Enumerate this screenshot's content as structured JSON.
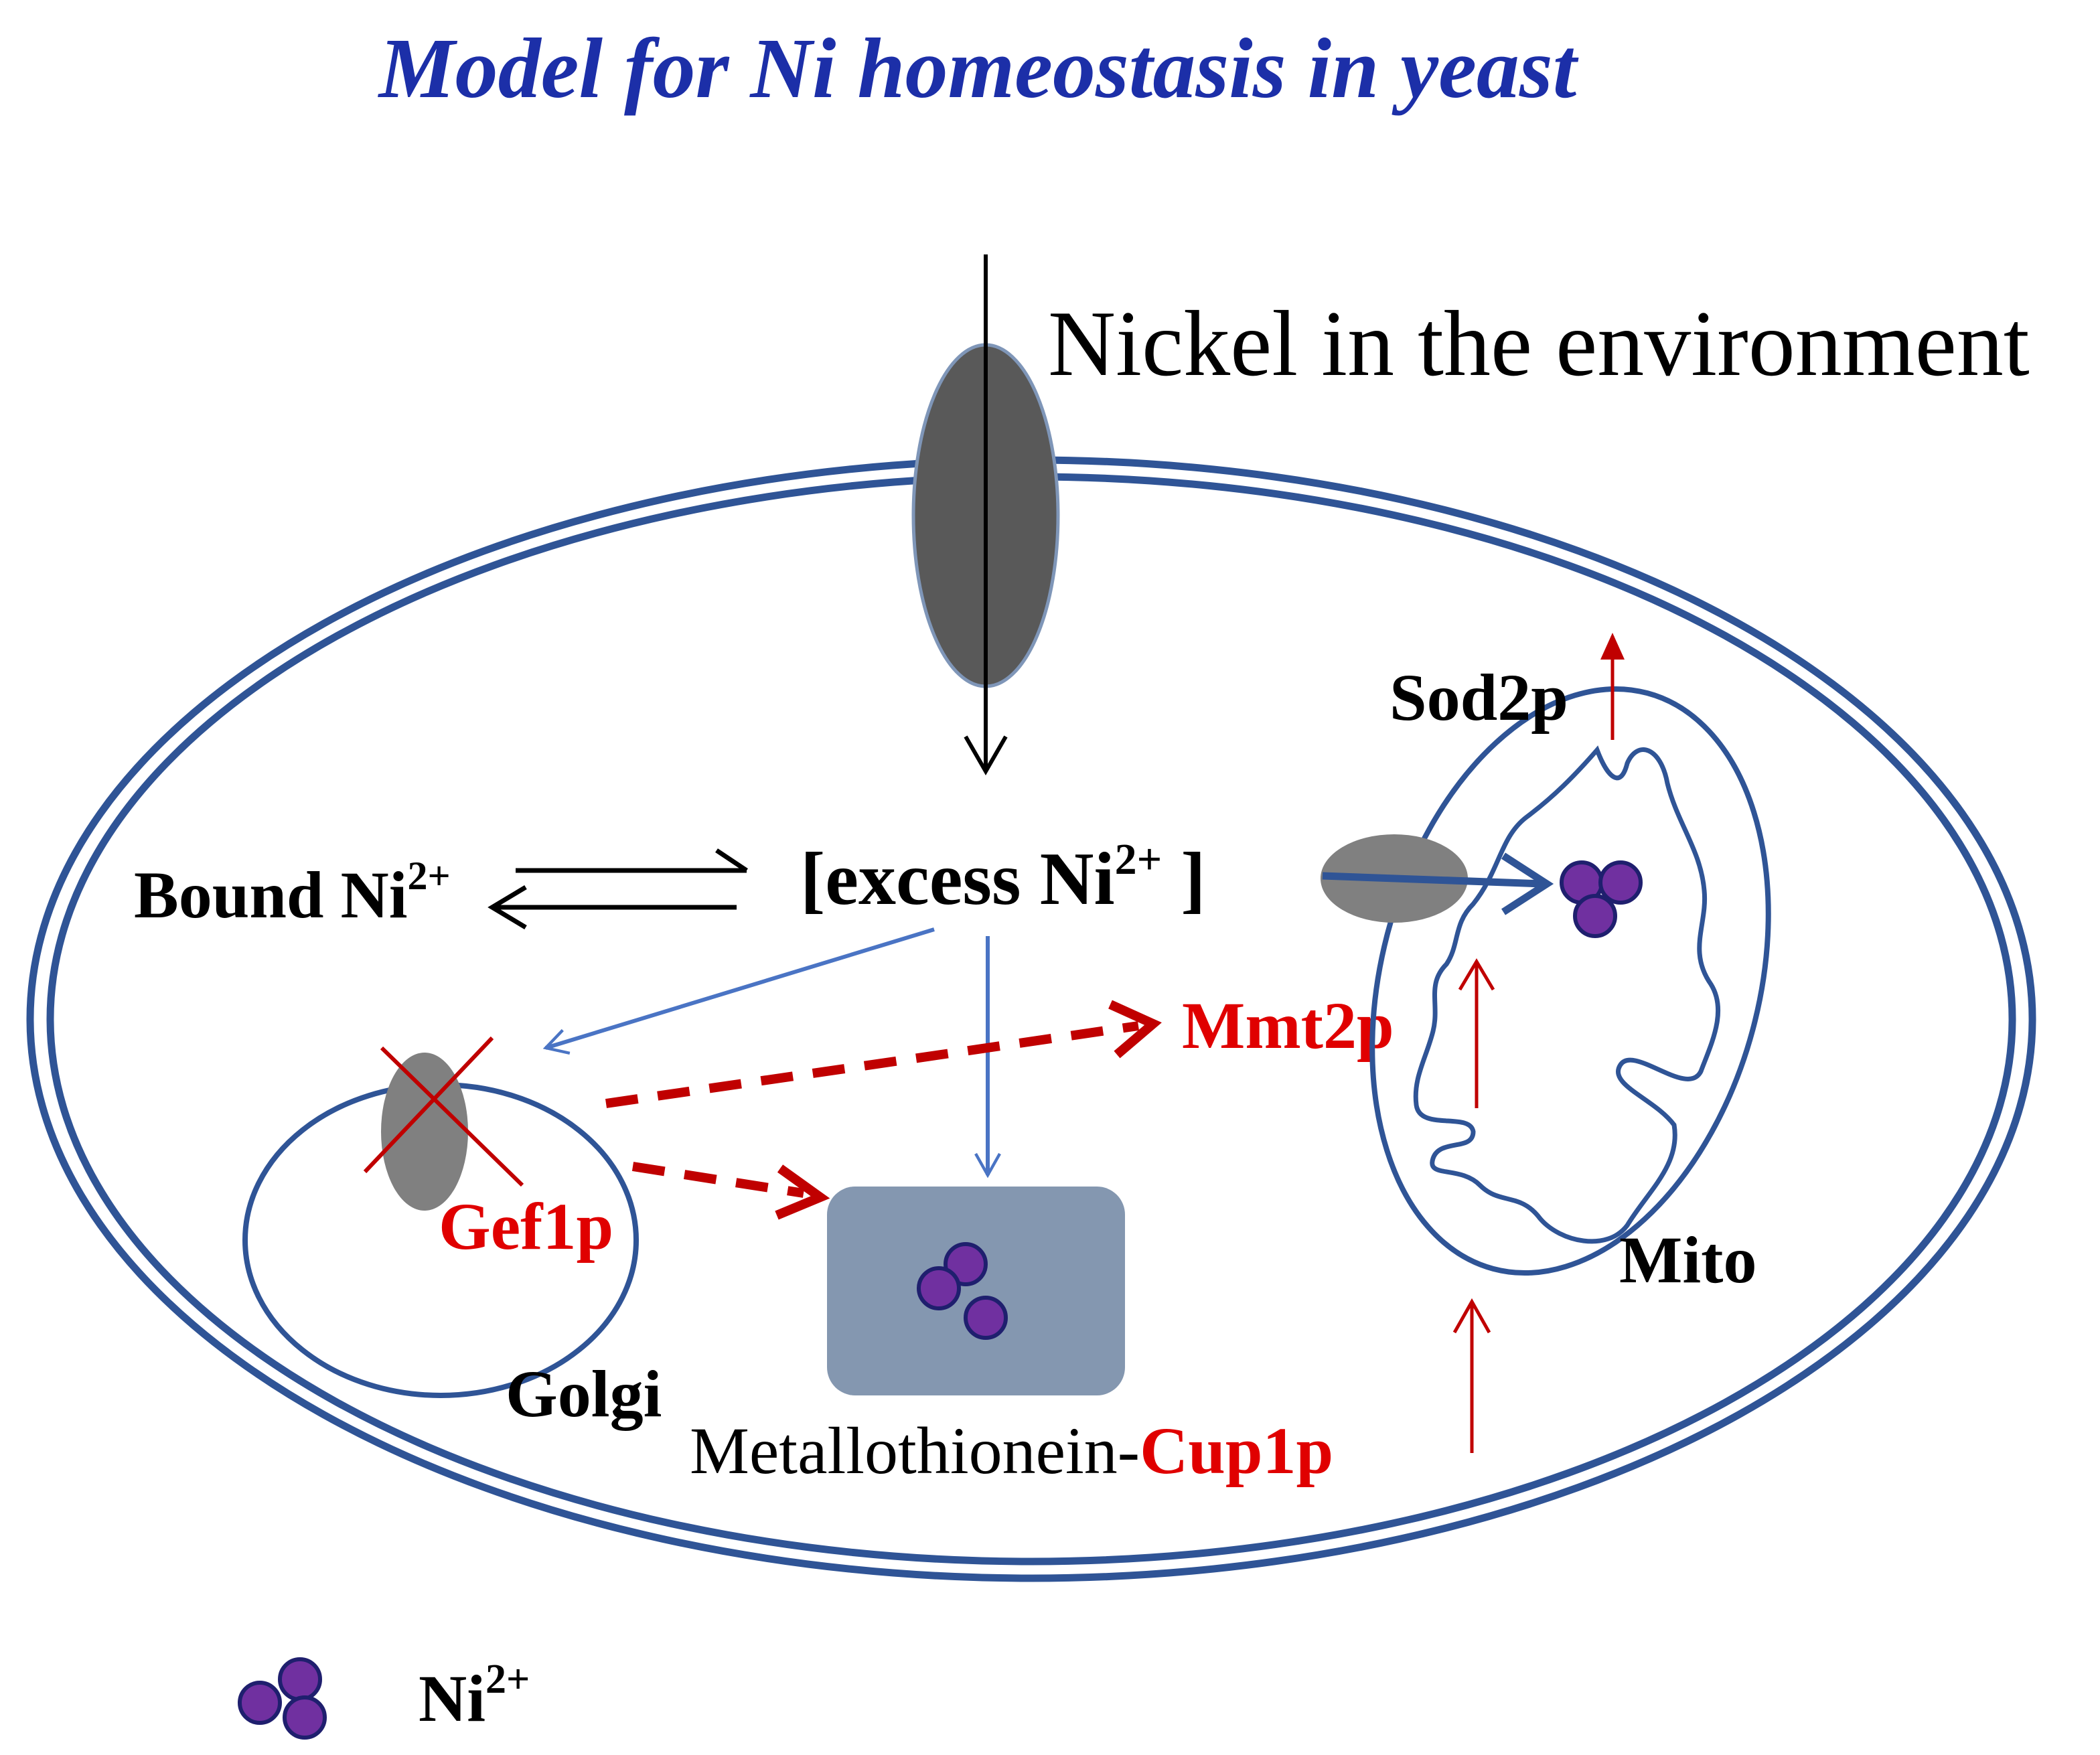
{
  "title": "Model for Ni homeostasis in yeast",
  "labels": {
    "environment": "Nickel in the environment",
    "bound_ni": "Bound Ni",
    "excess_ni_prefix": "[excess Ni",
    "excess_ni_suffix": " ]",
    "charge": "2+",
    "mmt2p": "Mmt2p",
    "gef1p": "Gef1p",
    "golgi": "Golgi",
    "metallothionein": "Metallothionein-",
    "cup1p": "Cup1p",
    "sod2p": "Sod2p",
    "mito": "Mito",
    "legend_ni": "Ni"
  },
  "colors": {
    "title": "#1c2fa8",
    "membrane": "#2f5496",
    "arrow_blue": "#4a74c4",
    "arrow_red": "#c00000",
    "red_text": "#e00000",
    "transporter_dark": "#595959",
    "transporter_gray": "#808080",
    "mt_box": "#8497b0",
    "ni_fill": "#7030a0",
    "ni_stroke": "#1f1f6e"
  },
  "icons": {
    "ni_cluster": "three-purple-circles",
    "inhibition": "red-x-mark"
  }
}
